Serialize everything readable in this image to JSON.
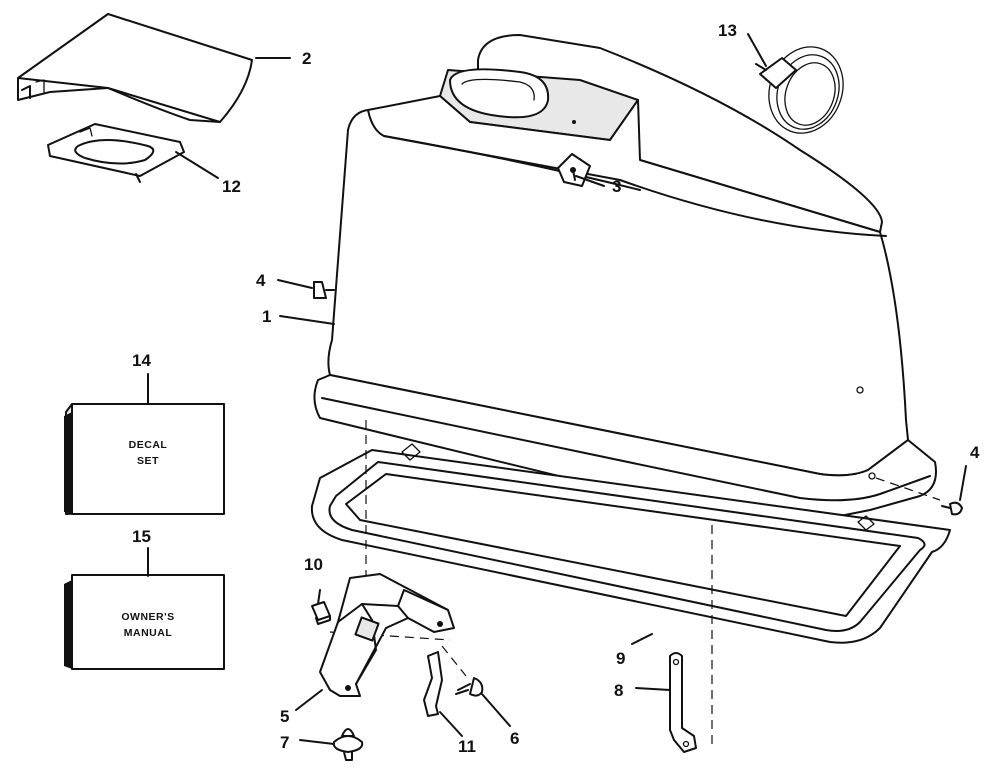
{
  "callouts": {
    "c1": "1",
    "c2": "2",
    "c3": "3",
    "c4a": "4",
    "c4b": "4",
    "c5": "5",
    "c6": "6",
    "c7": "7",
    "c8": "8",
    "c9": "9",
    "c10": "10",
    "c11": "11",
    "c12": "12",
    "c13": "13",
    "c14": "14",
    "c15": "15"
  },
  "boxes": {
    "decal_line1": "DECAL",
    "decal_line2": "SET",
    "manual_line1": "OWNER'S",
    "manual_line2": "MANUAL"
  }
}
